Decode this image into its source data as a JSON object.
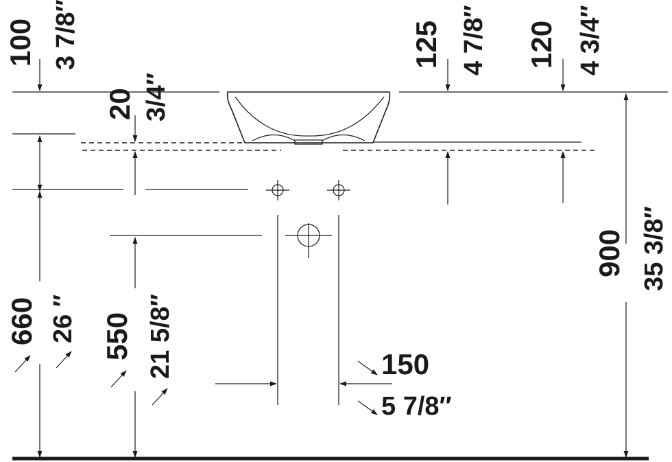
{
  "dimensions": {
    "d100": {
      "mm": "100",
      "inch": "3 7/8″"
    },
    "d20": {
      "mm": "20",
      "inch": "3/4″"
    },
    "d125": {
      "mm": "125",
      "inch": "4 7/8″"
    },
    "d120": {
      "mm": "120",
      "inch": "4 3/4″"
    },
    "d900": {
      "mm": "900",
      "inch": "35 3/8″"
    },
    "d660": {
      "mm": "660",
      "inch": "26 ″"
    },
    "d550": {
      "mm": "550",
      "inch": "21 5/8″"
    },
    "d150": {
      "mm": "150",
      "inch": "5 7/8″"
    }
  },
  "colors": {
    "ink": "#1a1a1a",
    "background": "#ffffff"
  }
}
